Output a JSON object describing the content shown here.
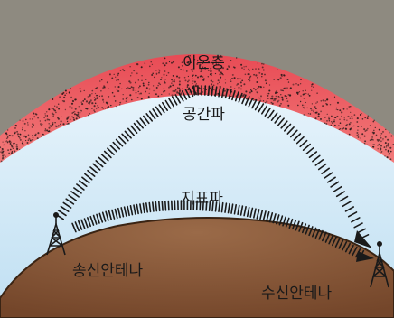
{
  "labels": {
    "ionosphere": "이온층",
    "sky_wave": "공간파",
    "ground_wave": "지표파",
    "transmit_antenna": "송신안테나",
    "receive_antenna": "수신안테나"
  },
  "colors": {
    "upper_sky": "#8e8a80",
    "ionosphere": "#f07a78",
    "sky": "#cde6f4",
    "earth": "#8a5a3c",
    "wave_marks": "#1a1a1a"
  },
  "icons": [
    "transmit-tower-icon",
    "receive-tower-icon",
    "arrowhead-icon"
  ]
}
